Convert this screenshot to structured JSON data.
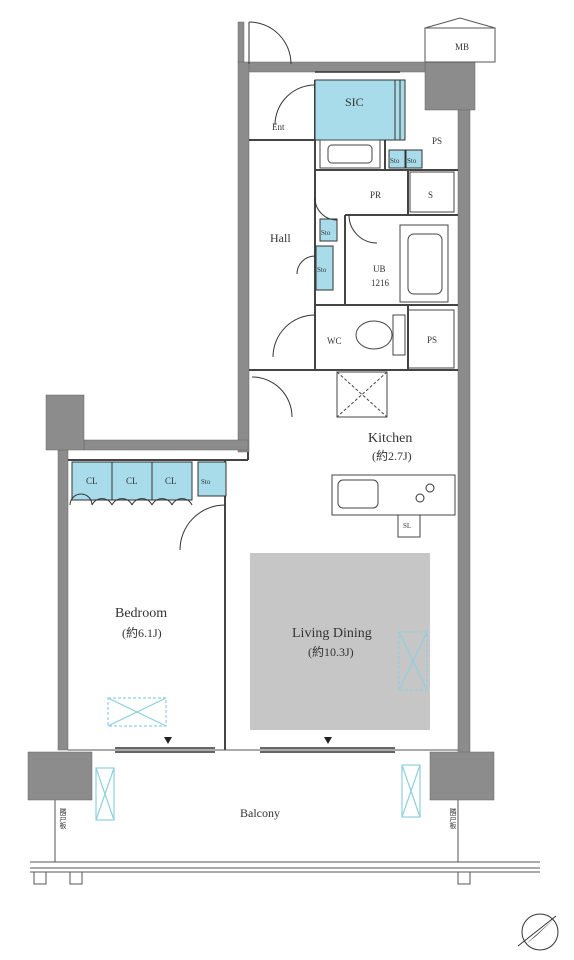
{
  "rooms": {
    "mb": "MB",
    "sic": "SIC",
    "ent": "Ent",
    "ps_top": "PS",
    "sto_1": "Sto",
    "sto_2": "Sto",
    "pr": "PR",
    "s": "S",
    "hall": "Hall",
    "sto_hall_1": "Sto",
    "sto_hall_2": "Sto",
    "ub": "UB",
    "ub_size": "1216",
    "wc": "WC",
    "ps_mid": "PS",
    "kitchen": "Kitchen",
    "kitchen_size": "(約2.7J)",
    "cl_1": "CL",
    "cl_2": "CL",
    "cl_3": "CL",
    "sto_bed": "Sto",
    "bedroom": "Bedroom",
    "bedroom_size": "(約6.1J)",
    "living": "Living Dining",
    "living_size": "(約10.3J)",
    "balcony": "Balcony",
    "sl": "SL",
    "evac_1": "隣戸板",
    "evac_2": "隣戸板"
  },
  "colors": {
    "wall": "#8c8c8c",
    "storage": "#a9dcea",
    "floor_highlight": "#c6c6c6",
    "accent_cross": "#90cfe0"
  },
  "icons": {
    "north": "north-arrow-icon"
  }
}
